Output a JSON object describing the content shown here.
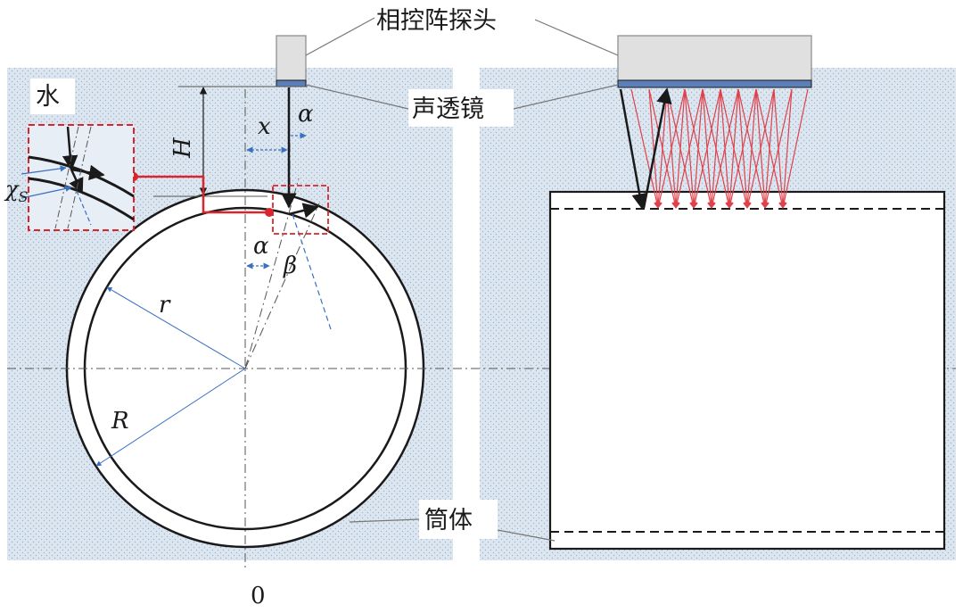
{
  "labels": {
    "probe": "相控阵探头",
    "lens": "声透镜",
    "water": "水",
    "cylinder": "筒体",
    "origin": "0"
  },
  "symbols": {
    "x": "x",
    "alpha": "α",
    "H": "H",
    "beta": "β",
    "r": "r",
    "R": "R",
    "chi": "χ",
    "chi_sub": "S"
  },
  "colors": {
    "water": "#dce6f0",
    "water_dot": "#9fb4c8",
    "beam_red": "#e0404a",
    "highlight_red": "#d9262e",
    "lens_blue": "#5b7fb8",
    "probe_gray": "#e0e0e0",
    "ink": "#1a1a1a",
    "guide_blue": "#3b6fc0"
  }
}
